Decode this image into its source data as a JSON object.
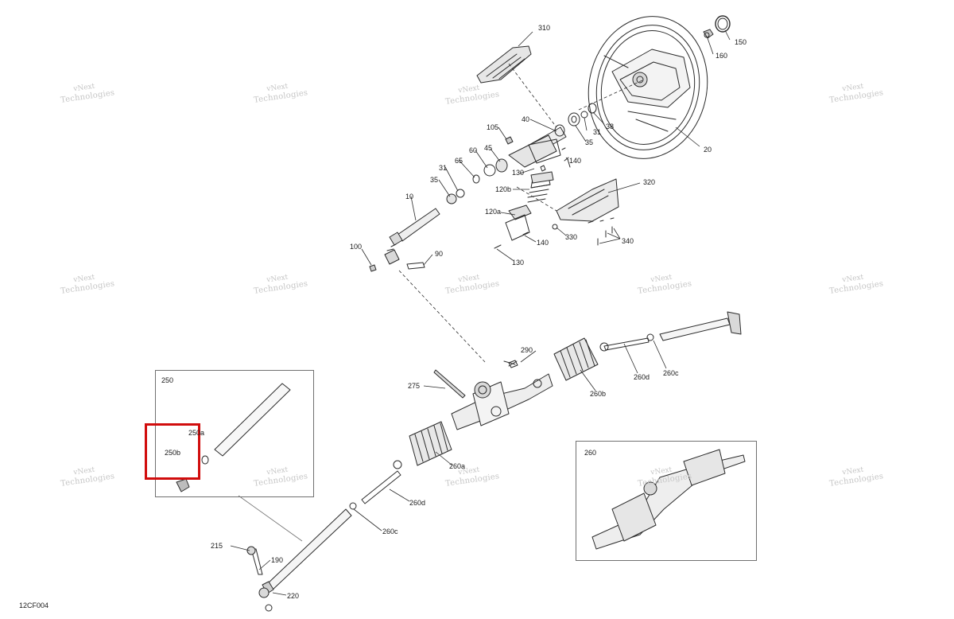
{
  "diagram_code": "12CF004",
  "watermark": {
    "line1": "vNext",
    "line2": "Technologies"
  },
  "highlight_color": "#d10d0d",
  "callouts": {
    "c310": "310",
    "c150": "150",
    "c160": "160",
    "c20": "20",
    "c38": "38",
    "c31a": "31",
    "c35a": "35",
    "c40": "40",
    "c105": "105",
    "c45": "45",
    "c60": "60",
    "c65": "65",
    "c31b": "31",
    "c35b": "35",
    "c130a": "130",
    "c140a": "140",
    "c120b": "120b",
    "c320": "320",
    "c10": "10",
    "c120a": "120a",
    "c140b": "140",
    "c330": "330",
    "c340": "340",
    "c130b": "130",
    "c100": "100",
    "c90": "90",
    "c290": "290",
    "c260d_a": "260d",
    "c260c_a": "260c",
    "c260b": "260b",
    "c275": "275",
    "c260a": "260a",
    "c260d_b": "260d",
    "c260c_b": "260c",
    "c215": "215",
    "c190": "190",
    "c220": "220"
  },
  "inset_250": {
    "title": "250",
    "label_a": "250a",
    "label_b": "250b"
  },
  "inset_260": {
    "title": "260"
  }
}
